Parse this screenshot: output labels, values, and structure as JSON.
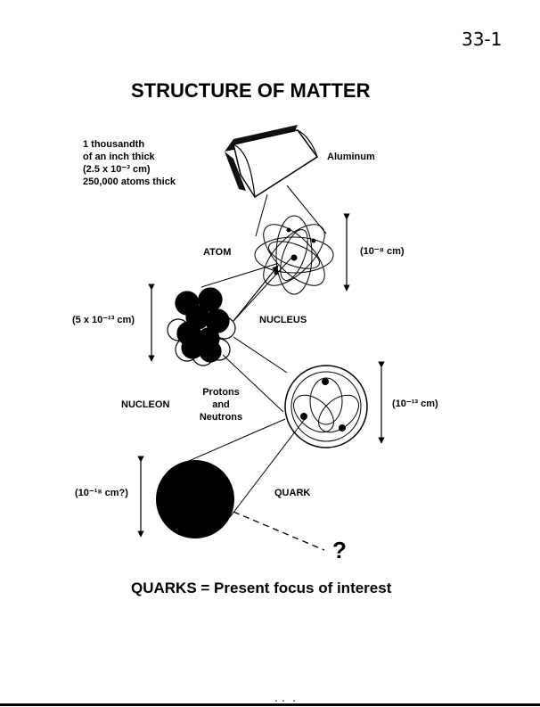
{
  "page_number": "33-1",
  "title": "STRUCTURE OF MATTER",
  "aluminum": {
    "label": "Aluminum",
    "note_lines": [
      "1 thousandth",
      "of an inch thick",
      "(2.5 x 10⁻³ cm)",
      "250,000 atoms thick"
    ]
  },
  "atom": {
    "label": "ATOM",
    "size": "(10⁻⁸ cm)"
  },
  "nucleus": {
    "label": "NUCLEUS",
    "size": "(5 x 10⁻¹³ cm)"
  },
  "nucleon": {
    "label": "NUCLEON",
    "desc_lines": [
      "Protons",
      "and",
      "Neutrons"
    ],
    "size": "(10⁻¹³ cm)"
  },
  "quark": {
    "label": "QUARK",
    "size": "(10⁻¹⁸ cm?)",
    "unknown": "?"
  },
  "footer": "QUARKS = Present focus of interest"
}
